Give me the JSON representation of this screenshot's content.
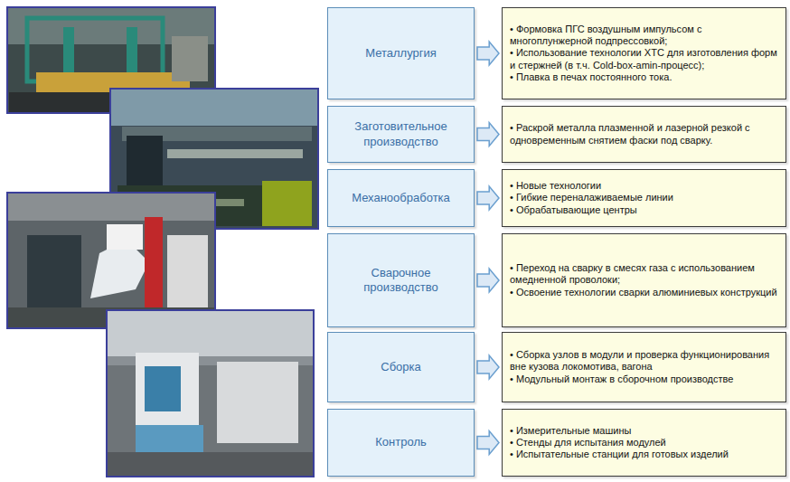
{
  "diagram": {
    "nodes": [
      {
        "text": [
          "Металлургия"
        ]
      },
      {
        "text": [
          "• Формовка ПГС воздушным импульсом с многоплунжерной подпрессовкой;",
          "• Использование технологии ХТС для изготовления форм и стержней (в т.ч. Cold-box-amin-процесс);",
          "• Плавка в печах постоянного тока."
        ]
      },
      {
        "text": [
          "Заготовительное производство"
        ]
      },
      {
        "text": [
          "• Раскрой металла плазменной и лазерной резкой с одновременным снятием фаски под сварку."
        ]
      },
      {
        "text": [
          "Механообработка"
        ]
      },
      {
        "text": [
          "• Новые технологии",
          "• Гибкие переналаживаемые линии",
          "• Обрабатывающие центры"
        ]
      },
      {
        "text": [
          "Сварочное производство"
        ]
      },
      {
        "text": [
          "• Переход на сварку в смесях газа с использованием омедненной проволоки;",
          "• Освоение технологии сварки алюминиевых конструкций"
        ]
      },
      {
        "text": [
          "Сборка"
        ]
      },
      {
        "text": [
          "• Сборка узлов в модули и проверка функционирования вне кузова локомотива, вагона",
          "• Модульный монтаж в сборочном производстве"
        ]
      },
      {
        "text": [
          "Контроль"
        ]
      },
      {
        "text": [
          "• Измерительные машины",
          "• Стенды для испытания модулей",
          "• Испытательные станции для готовых изделий"
        ]
      }
    ],
    "edges": [
      {
        "from": 0,
        "to": 1,
        "arrow": "to"
      },
      {
        "from": 2,
        "to": 3,
        "arrow": "to"
      },
      {
        "from": 4,
        "to": 5,
        "arrow": "to"
      },
      {
        "from": 6,
        "to": 7,
        "arrow": "to"
      },
      {
        "from": 8,
        "to": 9,
        "arrow": "to"
      },
      {
        "from": 10,
        "to": 11,
        "arrow": "to"
      }
    ]
  }
}
